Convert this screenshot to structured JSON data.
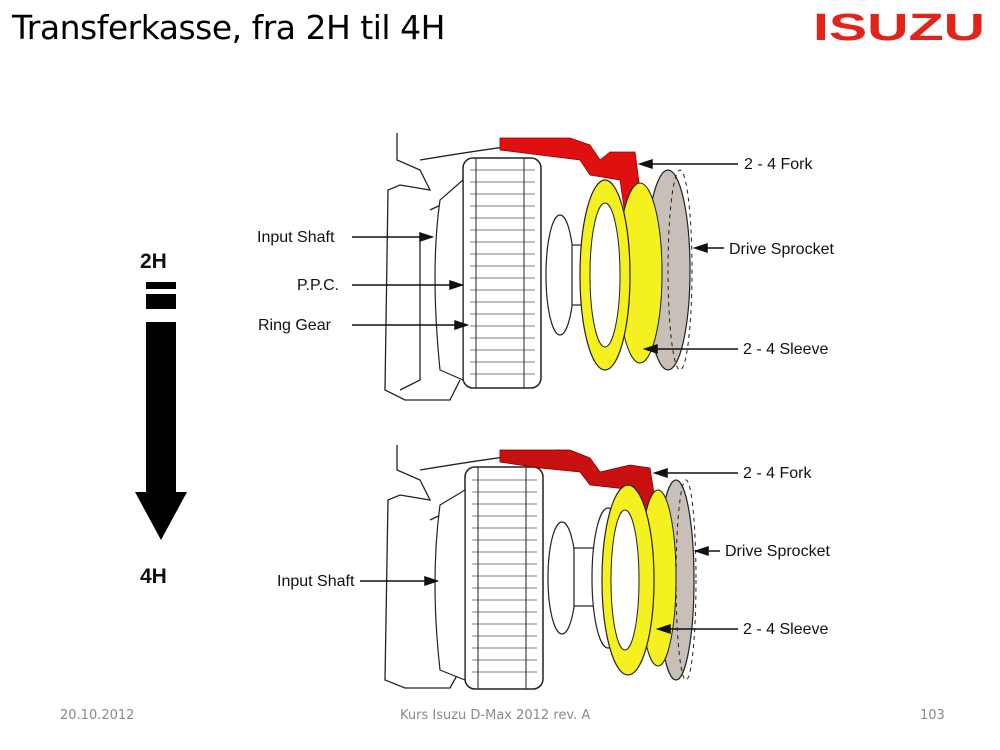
{
  "slide": {
    "title": "Transferkasse, fra 2H til 4H",
    "logo_text": "ISUZU",
    "brand_color": "#e2231a"
  },
  "shift": {
    "from_label": "2H",
    "to_label": "4H",
    "direction_icon": "down-arrow-icon"
  },
  "diagram_2h": {
    "callouts_left": [
      "Input Shaft",
      "P.P.C.",
      "Ring Gear"
    ],
    "callouts_right": [
      "2 - 4 Fork",
      "Drive Sprocket",
      "2 - 4 Sleeve"
    ]
  },
  "diagram_4h": {
    "callouts_left": [
      "Input Shaft"
    ],
    "callouts_right": [
      "2 - 4 Fork",
      "Drive Sprocket",
      "2 - 4 Sleeve"
    ]
  },
  "colors": {
    "fork": "#e01010",
    "sleeve": "#f5f020",
    "sprocket": "#c8bfb8",
    "line": "#111111"
  },
  "footer": {
    "date": "20.10.2012",
    "course": "Kurs Isuzu D-Max 2012 rev. A",
    "page": "103"
  }
}
